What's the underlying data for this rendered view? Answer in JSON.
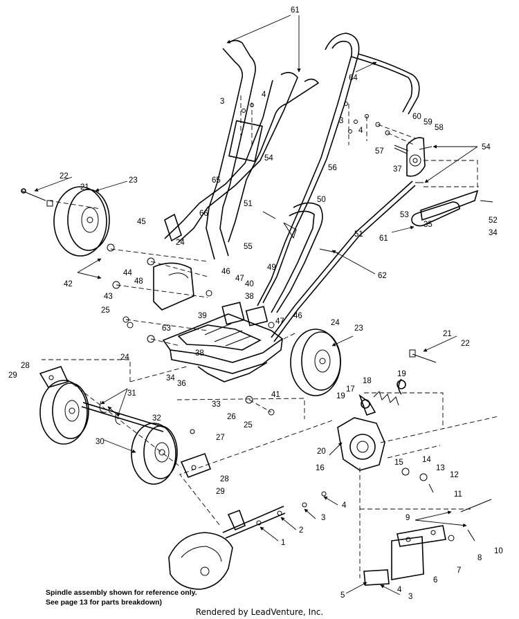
{
  "note": {
    "line1": "Spindle assembly shown for reference only.",
    "line2": "See page 13 for parts breakdown)"
  },
  "footer": "Rendered by LeadVenture, Inc.",
  "callouts": [
    "61",
    "64",
    "3",
    "4",
    "60",
    "59",
    "58",
    "54",
    "3",
    "4",
    "57",
    "37",
    "54",
    "56",
    "65",
    "22",
    "21",
    "23",
    "66",
    "51",
    "50",
    "53",
    "52",
    "45",
    "24",
    "61",
    "35",
    "34",
    "51",
    "55",
    "49",
    "62",
    "42",
    "44",
    "46",
    "47",
    "48",
    "40",
    "38",
    "43",
    "25",
    "39",
    "47",
    "46",
    "24",
    "23",
    "63",
    "21",
    "22",
    "24",
    "38",
    "28",
    "29",
    "34",
    "36",
    "33",
    "41",
    "19",
    "18",
    "17",
    "19",
    "26",
    "25",
    "31",
    "32",
    "30",
    "27",
    "20",
    "16",
    "15",
    "14",
    "13",
    "12",
    "28",
    "29",
    "4",
    "3",
    "2",
    "1",
    "11",
    "9",
    "10",
    "7",
    "8",
    "6",
    "5",
    "3",
    "4"
  ]
}
